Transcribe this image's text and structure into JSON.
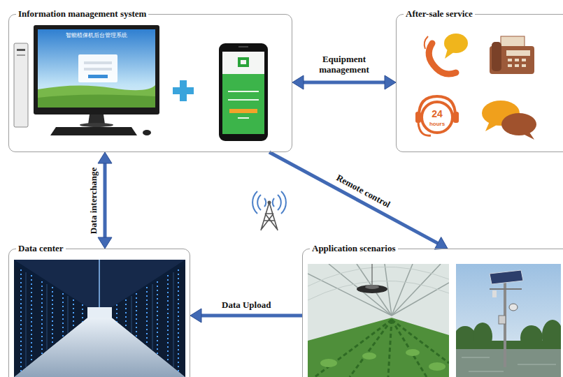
{
  "diagram": {
    "nodes": [
      {
        "text": [
          "Information management system"
        ]
      },
      {
        "text": [
          "After-sale service"
        ]
      },
      {
        "text": [
          "Data center"
        ]
      },
      {
        "text": [
          "Application scenarios"
        ]
      }
    ],
    "edges": [
      {
        "from": 0,
        "to": 1,
        "arrow": "both",
        "label": "Equipment management"
      },
      {
        "from": 0,
        "to": 2,
        "arrow": "both",
        "label": "Data interchange"
      },
      {
        "from": 0,
        "to": 3,
        "arrow": "to",
        "label": "Remote control"
      },
      {
        "from": 3,
        "to": 2,
        "arrow": "to",
        "label": "Data Upload"
      }
    ],
    "labels": [
      "智能植保机后台管理系统",
      "24",
      "hours"
    ]
  }
}
